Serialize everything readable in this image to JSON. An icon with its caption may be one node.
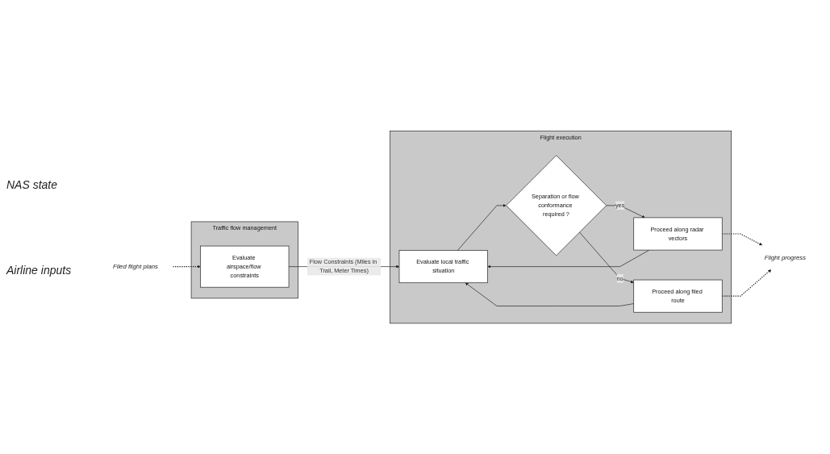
{
  "diagram": {
    "nodes": [
      {
        "text": [
          "Filed flight plans"
        ]
      },
      {
        "text": [
          "Traffic flow management"
        ]
      },
      {
        "text": [
          "Evaluate airspace/flow constraints"
        ],
        "in": 1
      },
      {
        "text": [
          "Flight execution"
        ]
      },
      {
        "text": [
          "Evaluate local traffic situation"
        ],
        "in": 3
      },
      {
        "text": [
          "Separation or flow conformance required ?"
        ],
        "in": 3
      },
      {
        "text": [
          "Proceed along radar vectors"
        ],
        "in": 3
      },
      {
        "text": [
          "Proceed along filed route"
        ],
        "in": 3
      },
      {
        "text": [
          "Flight progress"
        ]
      }
    ],
    "edges": [
      {
        "from": 0,
        "to": 2,
        "arrow": "to",
        "style": "dashed"
      },
      {
        "from": 2,
        "to": 4,
        "arrow": "to",
        "label": "Flow Constraints (Miles in Trail, Meter Times)"
      },
      {
        "from": 4,
        "to": 5,
        "arrow": "to"
      },
      {
        "from": 5,
        "to": 6,
        "arrow": "to",
        "label": "yes"
      },
      {
        "from": 5,
        "to": 7,
        "arrow": "to",
        "label": "no"
      },
      {
        "from": 6,
        "to": 4,
        "arrow": "to"
      },
      {
        "from": 7,
        "to": 4,
        "arrow": "to"
      },
      {
        "from": 6,
        "to": 8,
        "arrow": "to",
        "style": "dashed"
      },
      {
        "from": 7,
        "to": 8,
        "arrow": "to",
        "style": "dashed"
      }
    ],
    "labels": [
      "NAS state",
      "Airline inputs"
    ]
  }
}
